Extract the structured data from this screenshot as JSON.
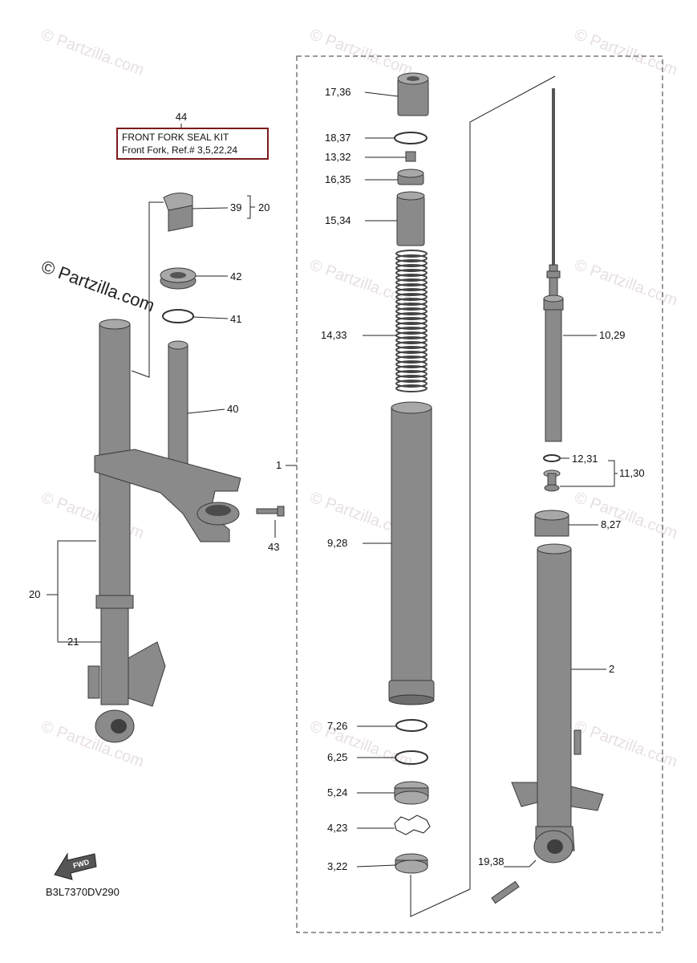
{
  "watermark": "© Partzilla.com",
  "diagram_code": "B3L7370DV290",
  "fwd_label": "FWD",
  "seal_kit": {
    "number": "44",
    "title": "FRONT FORK SEAL KIT",
    "subtitle": "Front Fork, Ref.# 3,5,22,24"
  },
  "callouts": {
    "c17_36": "17,36",
    "c18_37": "18,37",
    "c13_32": "13,32",
    "c16_35": "16,35",
    "c15_34": "15,34",
    "c14_33": "14,33",
    "c9_28": "9,28",
    "c7_26": "7,26",
    "c6_25": "6,25",
    "c5_24": "5,24",
    "c4_23": "4,23",
    "c3_22": "3,22",
    "c1": "1",
    "c10_29": "10,29",
    "c12_31": "12,31",
    "c11_30": "11,30",
    "c8_27": "8,27",
    "c2": "2",
    "c19_38": "19,38",
    "c39": "39",
    "c20a": "20",
    "c42": "42",
    "c41": "41",
    "c40": "40",
    "c43": "43",
    "c20b": "20",
    "c21": "21"
  }
}
